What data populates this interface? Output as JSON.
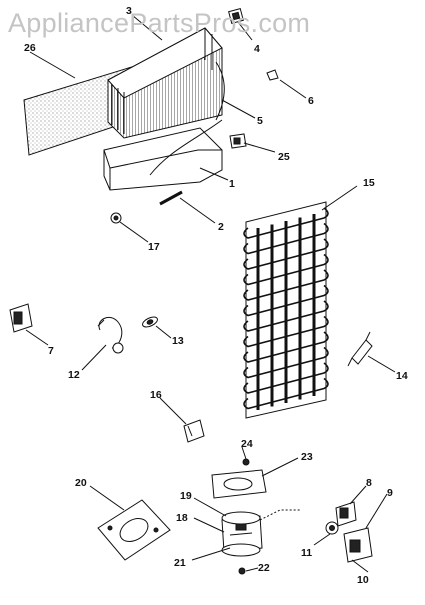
{
  "watermark": "AppliancePartsPros.com",
  "parts": [
    {
      "id": "p1",
      "label": "1"
    },
    {
      "id": "p2",
      "label": "2"
    },
    {
      "id": "p3",
      "label": "3"
    },
    {
      "id": "p4",
      "label": "4"
    },
    {
      "id": "p5",
      "label": "5"
    },
    {
      "id": "p6",
      "label": "6"
    },
    {
      "id": "p7",
      "label": "7"
    },
    {
      "id": "p8",
      "label": "8"
    },
    {
      "id": "p9",
      "label": "9"
    },
    {
      "id": "p10",
      "label": "10"
    },
    {
      "id": "p11",
      "label": "11"
    },
    {
      "id": "p12",
      "label": "12"
    },
    {
      "id": "p13",
      "label": "13"
    },
    {
      "id": "p14",
      "label": "14"
    },
    {
      "id": "p15",
      "label": "15"
    },
    {
      "id": "p16",
      "label": "16"
    },
    {
      "id": "p17",
      "label": "17"
    },
    {
      "id": "p18",
      "label": "18"
    },
    {
      "id": "p19",
      "label": "19"
    },
    {
      "id": "p20",
      "label": "20"
    },
    {
      "id": "p21",
      "label": "21"
    },
    {
      "id": "p22",
      "label": "22"
    },
    {
      "id": "p23",
      "label": "23"
    },
    {
      "id": "p24",
      "label": "24"
    },
    {
      "id": "p25",
      "label": "25"
    },
    {
      "id": "p26",
      "label": "26"
    }
  ]
}
